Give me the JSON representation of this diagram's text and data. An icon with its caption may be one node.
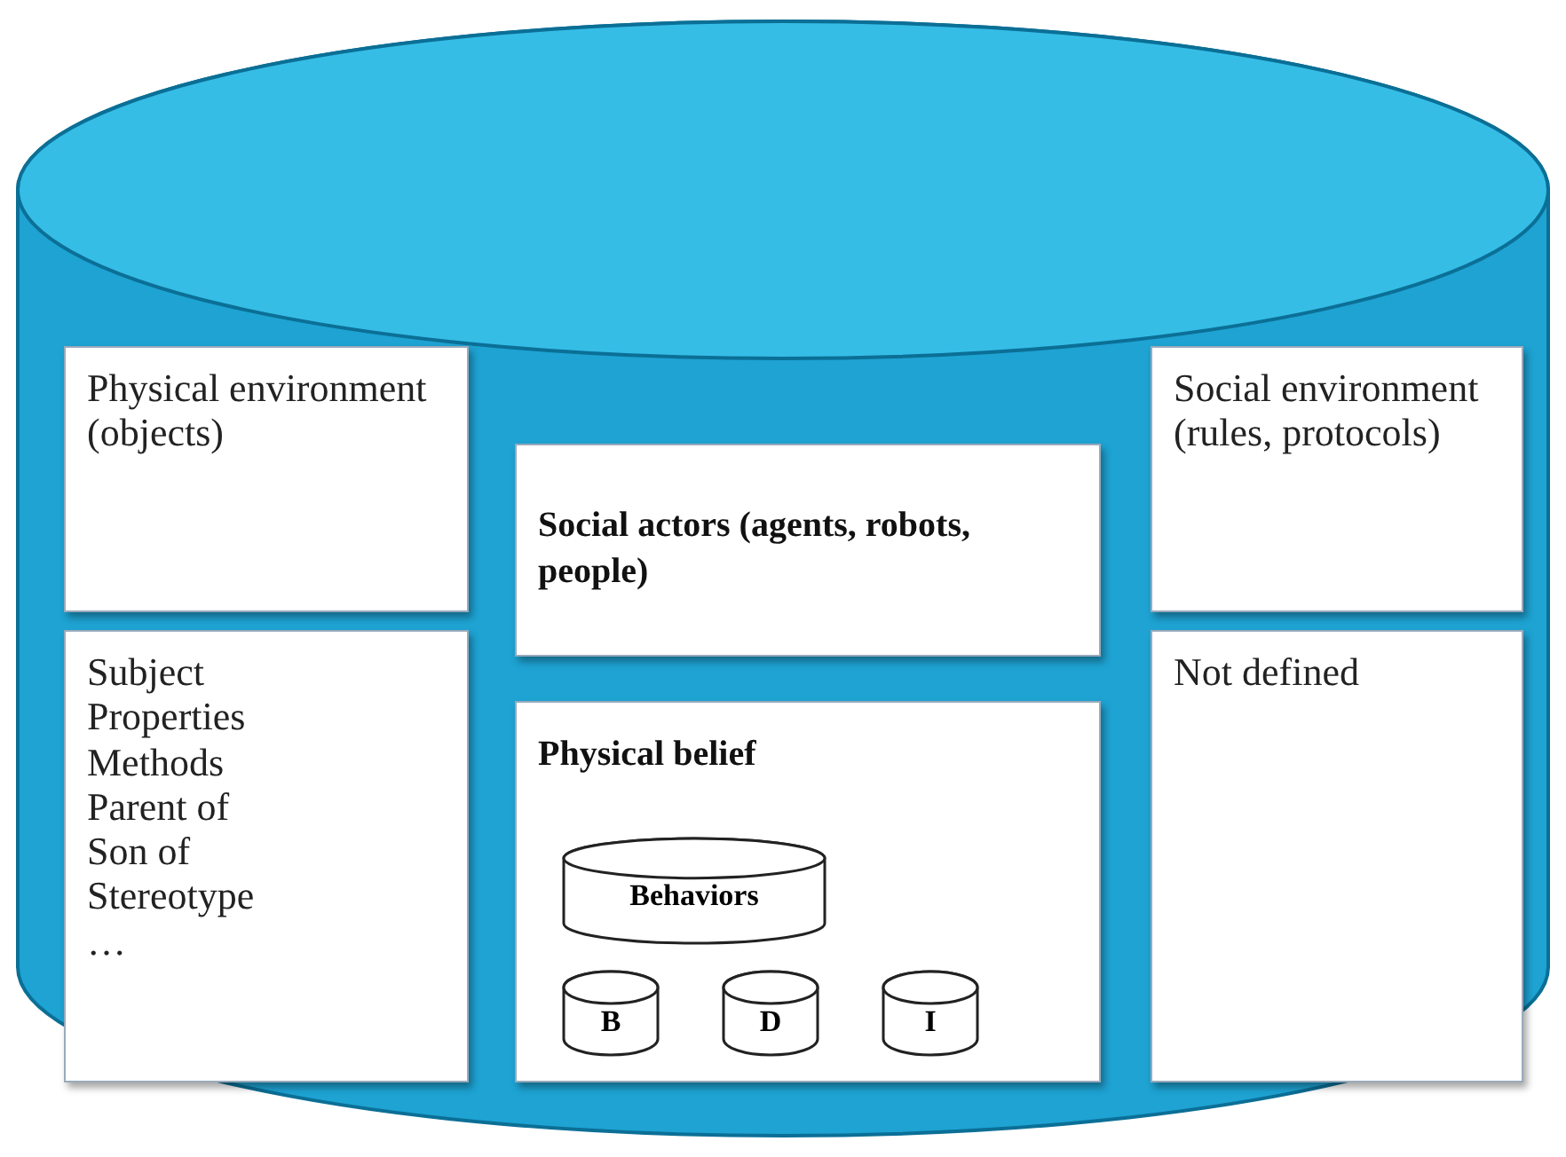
{
  "diagram": {
    "nodes": [
      {
        "text": [],
        "shape": "cylinder"
      },
      {
        "text": [
          "Physical environment (objects)"
        ],
        "in": 0
      },
      {
        "text": [
          "Social actors (agents, robots, people)"
        ],
        "in": 0
      },
      {
        "text": [
          "Social environment (rules, protocols)"
        ],
        "in": 0
      },
      {
        "text": [
          "Subject",
          "Properties",
          "Methods",
          "Parent of",
          "Son of",
          "Stereotype",
          "…"
        ],
        "in": 0
      },
      {
        "text": [
          "Physical belief"
        ],
        "in": 0
      },
      {
        "text": [
          "Behaviors"
        ],
        "in": 5
      },
      {
        "text": [
          "B"
        ],
        "in": 5
      },
      {
        "text": [
          "D"
        ],
        "in": 5
      },
      {
        "text": [
          "I"
        ],
        "in": 5
      },
      {
        "text": [
          "Not defined"
        ],
        "in": 0
      }
    ],
    "edges": []
  }
}
